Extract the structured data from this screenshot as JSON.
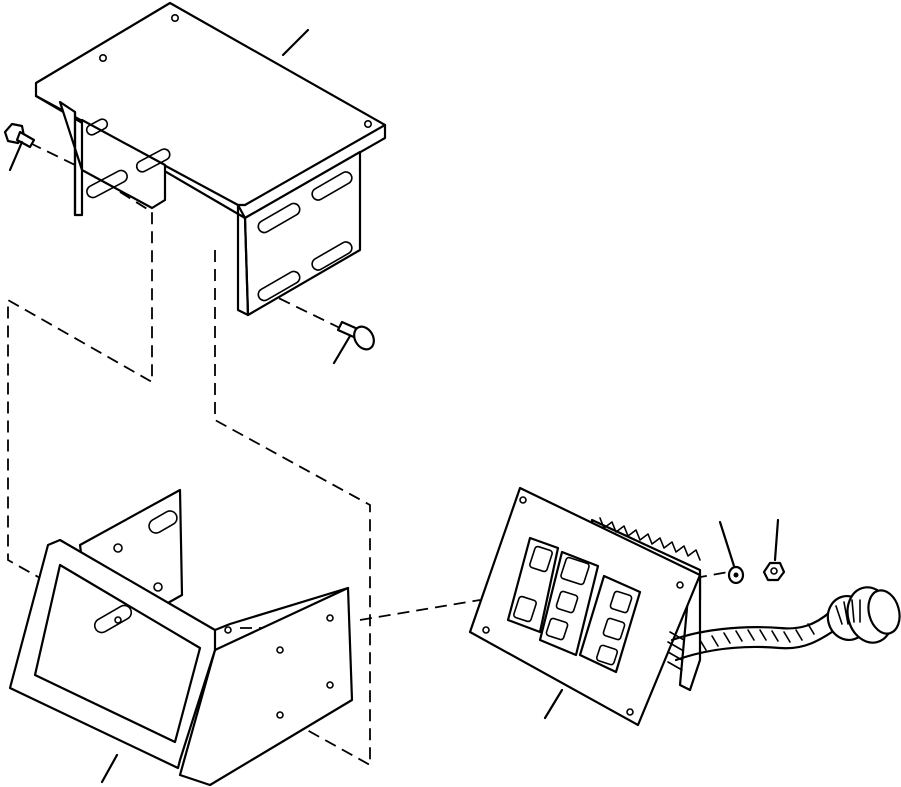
{
  "diagram": {
    "parts": [
      {
        "id": "top-bracket",
        "icon": "mounting-bracket"
      },
      {
        "id": "bolt-left",
        "icon": "hex-bolt"
      },
      {
        "id": "bolt-right",
        "icon": "carriage-bolt"
      },
      {
        "id": "lower-housing",
        "icon": "switch-housing"
      },
      {
        "id": "switch-panel",
        "icon": "rocker-switch-panel"
      },
      {
        "id": "lock-washer",
        "icon": "washer"
      },
      {
        "id": "hex-nut",
        "icon": "nut"
      },
      {
        "id": "wire-harness",
        "icon": "connector-harness"
      }
    ],
    "callout_count": 7
  }
}
